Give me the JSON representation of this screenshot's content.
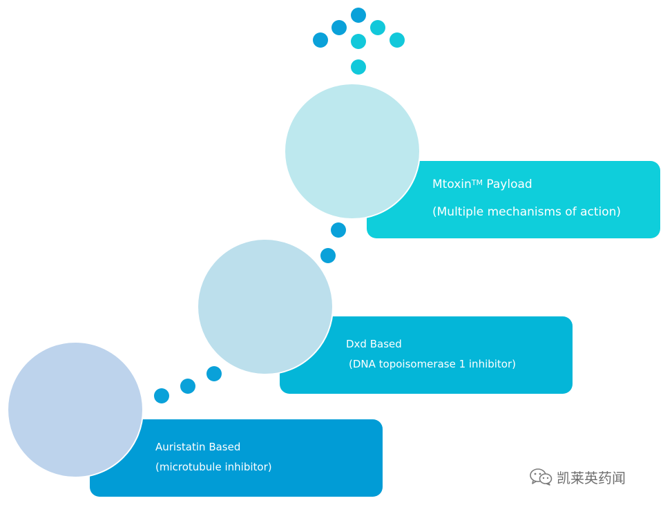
{
  "stages": [
    {
      "title": "Auristatin Based",
      "subtitle": "(microtubule inhibitor)"
    },
    {
      "title": "Dxd Based",
      "subtitle": "(DNA topoisomerase 1 inhibitor)"
    },
    {
      "title": "Mtoxin",
      "title_mark": "TM",
      "title_suffix": " Payload",
      "subtitle": "(Multiple mechanisms of action)"
    }
  ],
  "watermark": {
    "text": "凯莱英药闻",
    "icon": "wechat-icon"
  },
  "colors": {
    "stage1_box": "#019cd6",
    "stage2_box": "#04b6d8",
    "stage3_box": "#0fcedb",
    "stage1_circle": "#bdd3ec",
    "stage2_circle": "#bcdfec",
    "stage3_circle": "#bde8ee",
    "dot_blue": "#0aa1d9",
    "dot_teal": "#12c8da"
  }
}
